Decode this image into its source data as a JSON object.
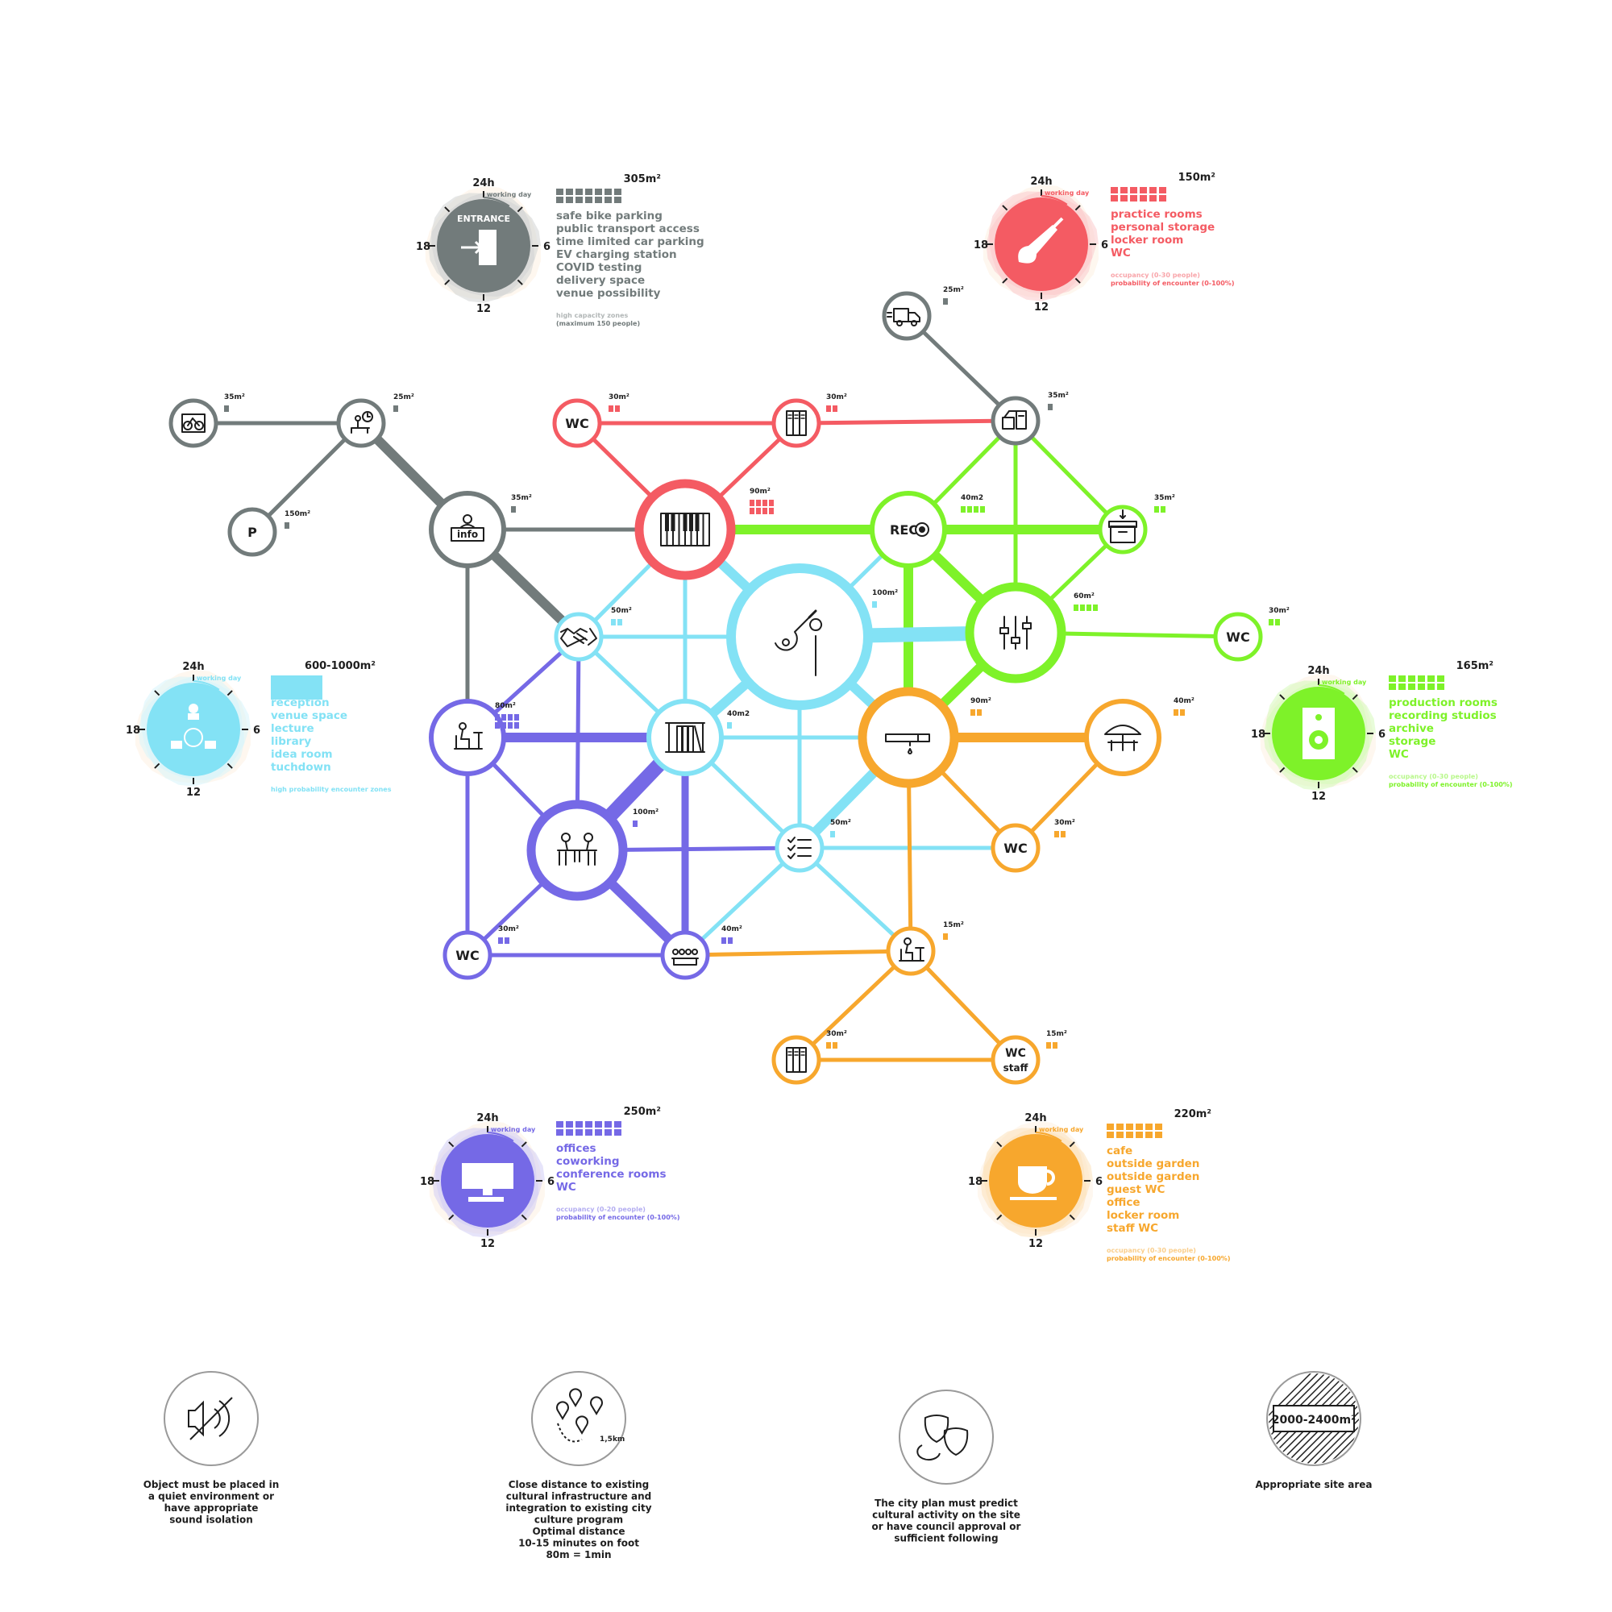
{
  "colors": {
    "grey": "#727b7b",
    "red": "#f45b63",
    "green": "#7ef229",
    "cyan": "#83e2f5",
    "purple": "#7569e6",
    "orange": "#f7a72d",
    "dark": "#1e1e1e"
  },
  "zones": {
    "grey": {
      "title": "ENTRANCE",
      "hours": {
        "top": "24h",
        "right": "6",
        "bottom": "12",
        "left": "18"
      },
      "working_day": "working day",
      "area": "305m²",
      "items": [
        "safe bike parking",
        "public transport access",
        "time limited car parking",
        "EV charging station",
        "COVID testing",
        "delivery space",
        "venue possibility"
      ],
      "note": [
        "high capacity zones",
        "(maximum 150 people)"
      ]
    },
    "red": {
      "icon": "guitar-icon",
      "hours": {
        "top": "24h",
        "right": "6",
        "bottom": "12",
        "left": "18"
      },
      "working_day": "working day",
      "area": "150m²",
      "items": [
        "practice rooms",
        "personal storage",
        "locker room",
        "WC"
      ],
      "note": [
        "occupancy (0-30 people)",
        "probability of encounter (0-100%)"
      ]
    },
    "cyan": {
      "icon": "people-cycle-icon",
      "hours": {
        "top": "24h",
        "right": "6",
        "bottom": "12",
        "left": "18"
      },
      "working_day": "working day",
      "area": "600-1000m²",
      "items": [
        "reception",
        "venue space",
        "lecture",
        "library",
        "idea room",
        "tuchdown"
      ],
      "note": [
        "high probability encounter zones"
      ]
    },
    "green": {
      "icon": "speaker-icon",
      "hours": {
        "top": "24h",
        "right": "6",
        "bottom": "12",
        "left": "18"
      },
      "working_day": "working day",
      "area": "165m²",
      "items": [
        "production rooms",
        "recording studios",
        "archive",
        "storage",
        "WC"
      ],
      "note": [
        "occupancy (0-30 people)",
        "probability of encounter (0-100%)"
      ]
    },
    "purple": {
      "icon": "computer-icon",
      "hours": {
        "top": "24h",
        "right": "6",
        "bottom": "12",
        "left": "18"
      },
      "working_day": "working day",
      "area": "250m²",
      "items": [
        "offices",
        "coworking",
        "conference rooms",
        "WC"
      ],
      "note": [
        "occupancy (0-20 people)",
        "probability of encounter (0-100%)"
      ]
    },
    "orange": {
      "icon": "coffee-cup-icon",
      "hours": {
        "top": "24h",
        "right": "6",
        "bottom": "12",
        "left": "18"
      },
      "working_day": "working day",
      "area": "220m²",
      "items": [
        "cafe",
        "outside garden",
        "outside garden",
        "guest WC",
        "office",
        "locker room",
        "staff WC"
      ],
      "note": [
        "occupancy (0-30 people)",
        "probability of encounter (0-100%)"
      ]
    }
  },
  "nodes": {
    "bike": {
      "icon": "bike-parking-icon",
      "area": "35m²"
    },
    "clock_desk": {
      "icon": "timed-desk-icon",
      "area": "25m²"
    },
    "parking": {
      "label": "P",
      "icon": "parking-icon",
      "area": "150m²"
    },
    "info": {
      "label": "info",
      "icon": "info-desk-icon",
      "area": "35m²"
    },
    "truck": {
      "icon": "delivery-truck-icon",
      "area": "25m²"
    },
    "boxes": {
      "icon": "boxes-icon",
      "area": "35m²"
    },
    "wc_red": {
      "label": "WC",
      "area": "30m²"
    },
    "lockers_red": {
      "icon": "lockers-icon",
      "area": "30m²"
    },
    "piano": {
      "icon": "piano-icon",
      "area": "90m²"
    },
    "rec": {
      "label": "REC",
      "icon": "record-icon",
      "area": "40m2"
    },
    "archive_box": {
      "icon": "archive-box-icon",
      "area": "35m²"
    },
    "mixer": {
      "icon": "mixer-sliders-icon",
      "area": "60m²"
    },
    "wc_green": {
      "label": "WC",
      "area": "30m²"
    },
    "handshake": {
      "icon": "handshake-icon",
      "area": "50m²"
    },
    "music": {
      "icon": "instrument-mic-icon",
      "area": "100m²"
    },
    "desk_purple": {
      "icon": "desk-worker-icon",
      "area": "80m²"
    },
    "library": {
      "icon": "books-icon",
      "area": "40m2"
    },
    "coffee_machine": {
      "icon": "coffee-machine-icon",
      "area": "90m²"
    },
    "umbrella": {
      "icon": "garden-umbrella-icon",
      "area": "40m²"
    },
    "meeting": {
      "icon": "meeting-table-icon",
      "area": "100m²"
    },
    "checklist": {
      "icon": "checklist-icon",
      "area": "50m²"
    },
    "wc_orange": {
      "label": "WC",
      "area": "30m²"
    },
    "wc_purple": {
      "label": "WC",
      "area": "30m²"
    },
    "conference": {
      "icon": "conference-icon",
      "area": "40m²"
    },
    "office_orange": {
      "icon": "office-desk-icon",
      "area": "15m²"
    },
    "lockers_orange": {
      "icon": "lockers-icon",
      "area": "30m²"
    },
    "wc_staff": {
      "label": "WC",
      "label2": "staff",
      "area": "15m²"
    }
  },
  "requirements": [
    {
      "icon": "no-sound-icon",
      "lines": [
        "Object must be placed in",
        "a quiet environment or",
        "have appropriate",
        "sound isolation"
      ]
    },
    {
      "icon": "map-pins-icon",
      "distance": "1,5km",
      "lines": [
        "Close distance to existing",
        "cultural infrastructure and",
        "integration to existing city",
        "culture program",
        "Optimal distance",
        "10-15 minutes on foot",
        "80m = 1min"
      ]
    },
    {
      "icon": "theatre-masks-icon",
      "lines": [
        "The city plan must predict",
        "cultural activity on the site",
        "or have council approval or",
        "sufficient following"
      ]
    },
    {
      "icon": "site-area-icon",
      "area": "2000-2400m²",
      "lines": [
        "Appropriate site area"
      ]
    }
  ]
}
